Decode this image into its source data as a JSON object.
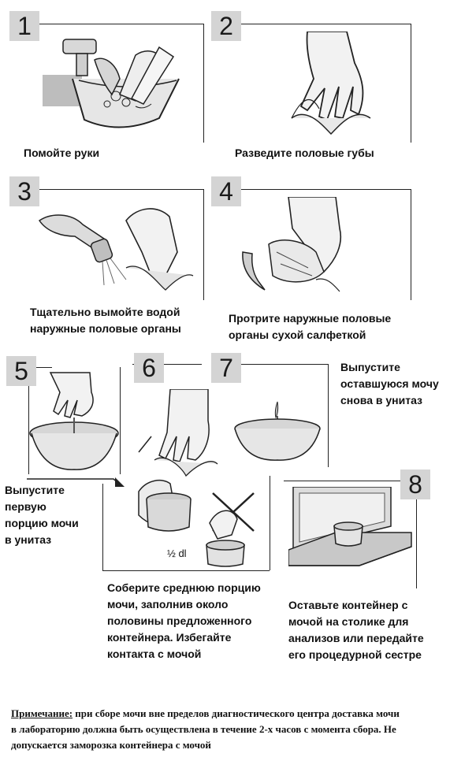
{
  "steps": [
    {
      "num": "1",
      "caption": "Помойте руки",
      "icon": "hand-washing-icon"
    },
    {
      "num": "2",
      "caption": "Разведите половые губы",
      "icon": "hand-spread-icon"
    },
    {
      "num": "3",
      "caption_lines": [
        "Тщательно вымойте водой",
        "наружные половые органы"
      ],
      "icon": "shower-washing-icon"
    },
    {
      "num": "4",
      "caption_lines": [
        "Протрите наружные половые",
        "органы сухой салфеткой"
      ],
      "icon": "wipe-napkin-icon"
    },
    {
      "num": "5",
      "caption_lines": [
        "Выпустите",
        "первую",
        "порцию мочи",
        "в унитаз"
      ],
      "icon": "toilet-first-portion-icon"
    },
    {
      "num": "6",
      "caption_lines": [
        "Соберите среднюю порцию",
        "мочи, заполнив около",
        "половины предложенного",
        "контейнера. Избегайте",
        "контакта с мочой"
      ],
      "icon": "collect-container-icon",
      "volume_label": "½ dl"
    },
    {
      "num": "7",
      "caption_lines": [
        "Выпустите",
        "оставшуюся мочу",
        "снова в унитаз"
      ],
      "icon": "toilet-remaining-icon"
    },
    {
      "num": "8",
      "caption_lines": [
        "Оставьте контейнер с",
        "мочой на столике для",
        "анализов или передайте",
        "его процедурной сестре"
      ],
      "icon": "container-on-shelf-icon"
    }
  ],
  "note": {
    "label": "Примечание:",
    "line1": " при сборе мочи вне пределов диагностического центра доставка мочи",
    "line2": "в лабораторию должна быть осуществлена в течение 2-х часов с момента сбора. Не",
    "line3": "допускается заморозка контейнера с мочой"
  },
  "colors": {
    "border": "#222222",
    "number_bg": "#d4d4d4",
    "text": "#111111"
  }
}
